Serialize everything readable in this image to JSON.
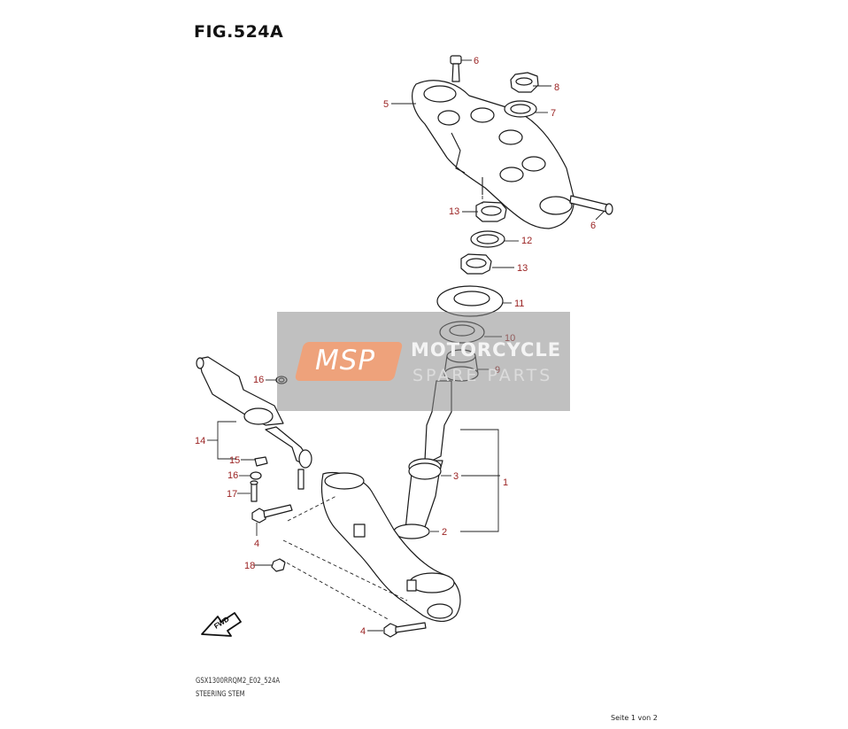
{
  "figure": {
    "title": "FIG.524A",
    "caption_model": "GSX1300RRQM2_E02_524A",
    "caption_name": "STEERING STEM",
    "page_note": "Seite 1 von 2",
    "fwd_label": "FWD"
  },
  "watermark": {
    "logo": "MSP",
    "line1": "MOTORCYCLE",
    "line2": "SPARE PARTS"
  },
  "callouts": {
    "c1": "1",
    "c2": "2",
    "c3": "3",
    "c4a": "4",
    "c4b": "4",
    "c5": "5",
    "c6a": "6",
    "c6b": "6",
    "c7": "7",
    "c8": "8",
    "c9": "9",
    "c10": "10",
    "c11": "11",
    "c12": "12",
    "c13a": "13",
    "c13b": "13",
    "c14": "14",
    "c15": "15",
    "c16a": "16",
    "c16b": "16",
    "c17": "17",
    "c18": "18"
  },
  "colors": {
    "callout": "#9a2222",
    "watermark_logo": "#f69c6e"
  }
}
